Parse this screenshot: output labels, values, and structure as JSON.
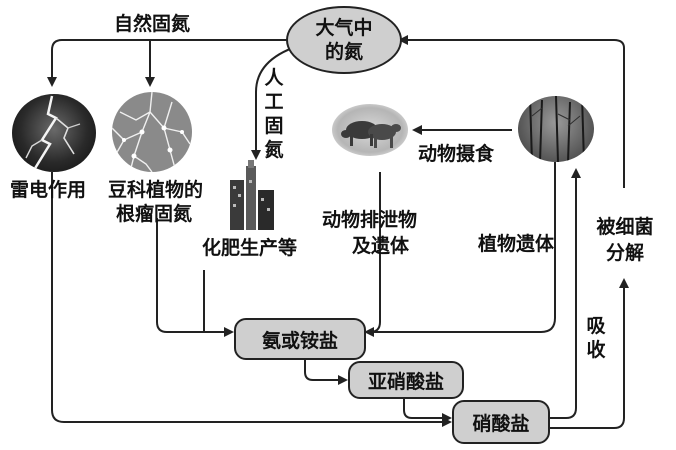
{
  "nodes": {
    "atmosphere_line1": "大气中",
    "atmosphere_line2": "的氮",
    "lightning": "雷电作用",
    "legume_line1": "豆科植物的",
    "legume_line2": "根瘤固氮",
    "fertilizer": "化肥生产等",
    "animal_waste_line1": "动物排泄物",
    "animal_waste_line2": "及遗体",
    "plant_remains": "植物遗体",
    "ammonia": "氨或铵盐",
    "nitrite": "亚硝酸盐",
    "nitrate": "硝酸盐"
  },
  "edges": {
    "natural_fixation": "自然固氮",
    "industrial_fixation": "人工固氮",
    "animal_feeding": "动物摄食",
    "absorption": "吸收",
    "bacterial_decomposition": "被细菌分解"
  },
  "colors": {
    "node_fill": "#cfcfcf",
    "stroke": "#222222"
  },
  "icons": [
    "lightning-image",
    "legume-roots-image",
    "factory-image",
    "cattle-image",
    "forest-image"
  ]
}
